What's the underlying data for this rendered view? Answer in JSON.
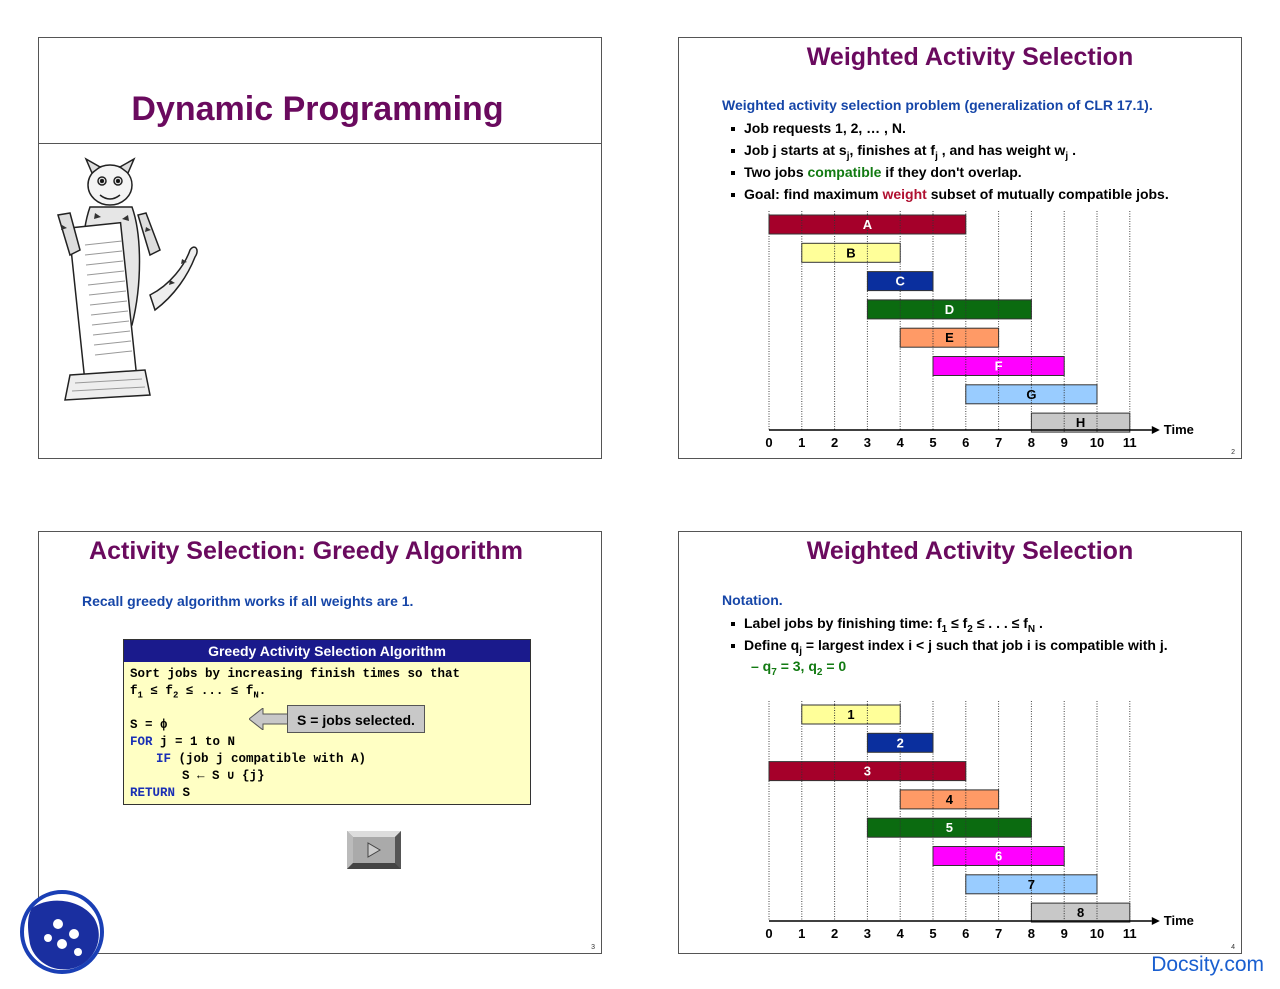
{
  "slide1": {
    "title": "Dynamic Programming"
  },
  "slide2": {
    "title": "Weighted Activity Selection",
    "subhead": "Weighted activity selection problem (generalization of CLR 17.1).",
    "b1": "Job requests 1, 2, … , N.",
    "b2_pre": "Job j starts at s",
    "b2_sub1": "j",
    "b2_mid": ", finishes at f",
    "b2_sub2": "j",
    "b2_mid2": " , and has weight w",
    "b2_sub3": "j",
    "b2_end": " .",
    "b3_pre": "Two jobs ",
    "b3_word": "compatible",
    "b3_post": " if they don't overlap.",
    "b4_pre": "Goal: find maximum ",
    "b4_word": "weight",
    "b4_post": " subset of mutually compatible jobs.",
    "page": "2"
  },
  "slide3": {
    "title": "Activity Selection:  Greedy Algorithm",
    "subhead": "Recall greedy algorithm works if all weights are 1.",
    "box_title": "Greedy Activity Selection Algorithm",
    "code1": "Sort jobs by increasing finish times so that",
    "code2_a": "f",
    "code2_s1": "1",
    "code2_b": " ≤ f",
    "code2_s2": "2",
    "code2_c": " ≤ ... ≤ f",
    "code2_s3": "N",
    "code2_d": ".",
    "code3": "S = ϕ",
    "code4_kw": "FOR",
    "code4_rest": " j = 1 to N",
    "code5_kw": "IF",
    "code5_rest": " (job j compatible with A)",
    "code6": "S ← S ∪ {j}",
    "code7_kw": "RETURN",
    "code7_rest": " S",
    "callout": "S = jobs selected.",
    "page": "3"
  },
  "slide4": {
    "title": "Weighted Activity Selection",
    "subhead": "Notation.",
    "b1_pre": "Label jobs by finishing time:  f",
    "b1_s1": "1",
    "b1_mid": "  ≤  f",
    "b1_s2": "2",
    "b1_mid2": " ≤ . . . ≤ f",
    "b1_s3": "N",
    "b1_end": " .",
    "b2_pre": "Define q",
    "b2_s1": "j",
    "b2_post": " = largest index i < j such that job i is compatible with j.",
    "sub_dash": "–",
    "sub_a": " q",
    "sub_s1": "7",
    "sub_b": " = 3, q",
    "sub_s2": "2",
    "sub_c": " = 0",
    "page": "4"
  },
  "chart_data": [
    {
      "type": "gantt",
      "xlabel": "Time",
      "ticks": [
        0,
        1,
        2,
        3,
        4,
        5,
        6,
        7,
        8,
        9,
        10,
        11
      ],
      "jobs": [
        {
          "label": "A",
          "start": 0,
          "end": 6,
          "color": "#a5002a"
        },
        {
          "label": "B",
          "start": 1,
          "end": 4,
          "color": "#ffff99"
        },
        {
          "label": "C",
          "start": 3,
          "end": 5,
          "color": "#0a2f9e"
        },
        {
          "label": "D",
          "start": 3,
          "end": 8,
          "color": "#0b6b10"
        },
        {
          "label": "E",
          "start": 4,
          "end": 7,
          "color": "#ff9a66"
        },
        {
          "label": "F",
          "start": 5,
          "end": 9,
          "color": "#ff00ff"
        },
        {
          "label": "G",
          "start": 6,
          "end": 10,
          "color": "#99ccff"
        },
        {
          "label": "H",
          "start": 8,
          "end": 11,
          "color": "#c8c8c8"
        }
      ]
    },
    {
      "type": "gantt",
      "xlabel": "Time",
      "ticks": [
        0,
        1,
        2,
        3,
        4,
        5,
        6,
        7,
        8,
        9,
        10,
        11
      ],
      "jobs": [
        {
          "label": "1",
          "start": 1,
          "end": 4,
          "color": "#ffff99"
        },
        {
          "label": "2",
          "start": 3,
          "end": 5,
          "color": "#0a2f9e"
        },
        {
          "label": "3",
          "start": 0,
          "end": 6,
          "color": "#a5002a"
        },
        {
          "label": "4",
          "start": 4,
          "end": 7,
          "color": "#ff9a66"
        },
        {
          "label": "5",
          "start": 3,
          "end": 8,
          "color": "#0b6b10"
        },
        {
          "label": "6",
          "start": 5,
          "end": 9,
          "color": "#ff00ff"
        },
        {
          "label": "7",
          "start": 6,
          "end": 10,
          "color": "#99ccff"
        },
        {
          "label": "8",
          "start": 8,
          "end": 11,
          "color": "#c8c8c8"
        }
      ]
    }
  ],
  "watermark": "Docsity.com"
}
